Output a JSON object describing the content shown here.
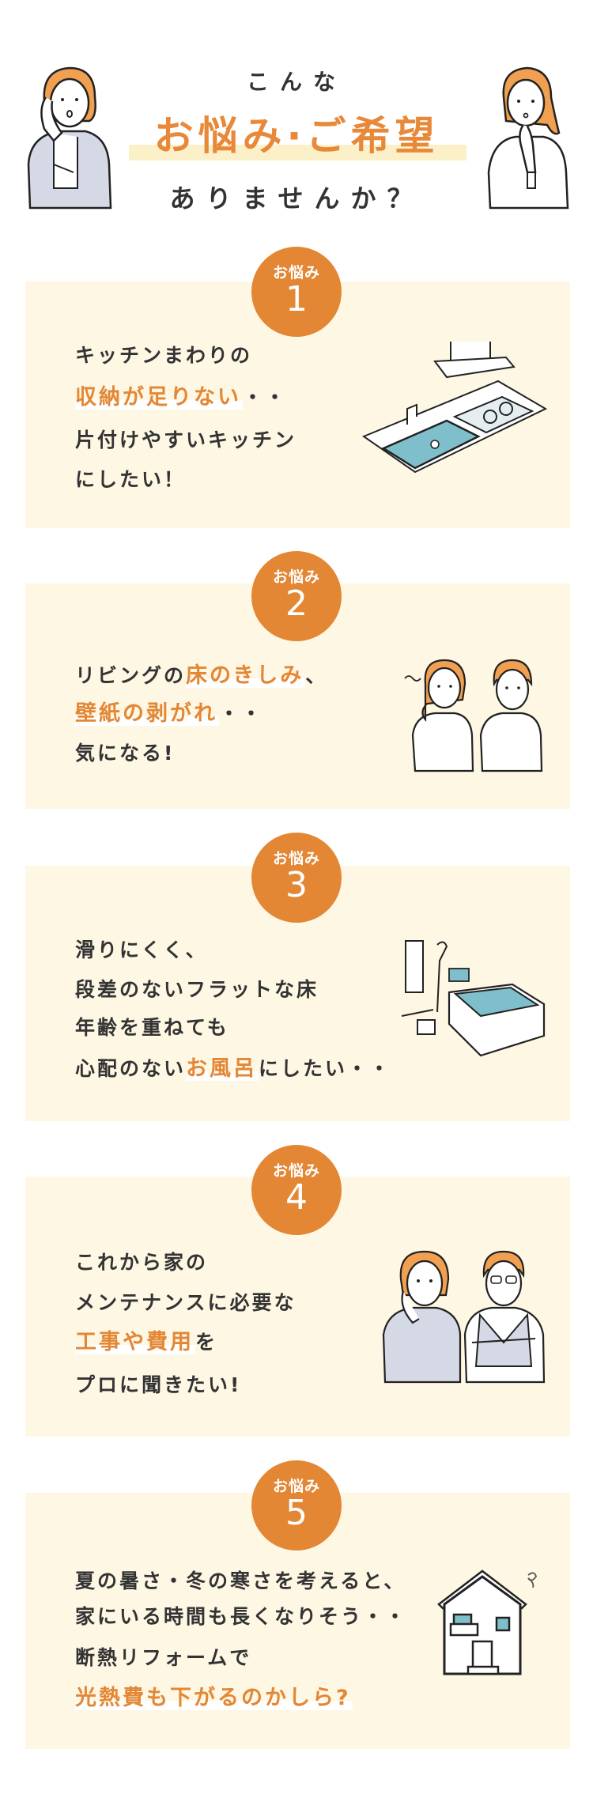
{
  "header": {
    "line1": "こんな",
    "line2": "お悩み·ご希望",
    "line3": "ありませんか？"
  },
  "colors": {
    "accent": "#E38735",
    "card_bg": "#FDF7E4",
    "highlight_bar": "#FCF0C9",
    "text": "#333333",
    "hair": "#F0A050",
    "sweater": "#D5D8E5",
    "water": "#7FBFCB"
  },
  "cards": [
    {
      "badge_label": "お悩み",
      "badge_number": "1",
      "illustration": "kitchen-icon",
      "lines": [
        {
          "pre": "キッチンまわりの",
          "hl": "",
          "post": ""
        },
        {
          "pre": "",
          "hl": "収納が足りない",
          "post": "・・"
        },
        {
          "pre": "片付けやすいキッチン",
          "hl": "",
          "post": ""
        },
        {
          "pre": "にしたい！",
          "hl": "",
          "post": ""
        }
      ]
    },
    {
      "badge_label": "お悩み",
      "badge_number": "2",
      "illustration": "worried-couple-icon",
      "lines": [
        {
          "pre": "リビングの",
          "hl": "床のきしみ",
          "post": "、"
        },
        {
          "pre": "",
          "hl": "壁紙の剥がれ",
          "post": "・・"
        },
        {
          "pre": "気になる!",
          "hl": "",
          "post": ""
        }
      ]
    },
    {
      "badge_label": "お悩み",
      "badge_number": "3",
      "illustration": "bathroom-icon",
      "lines": [
        {
          "pre": "滑りにくく、",
          "hl": "",
          "post": ""
        },
        {
          "pre": "段差のないフラットな床",
          "hl": "",
          "post": ""
        },
        {
          "pre": "年齢を重ねても",
          "hl": "",
          "post": ""
        },
        {
          "pre": "心配のない",
          "hl": "お風呂",
          "post": "にしたい・・"
        }
      ]
    },
    {
      "badge_label": "お悩み",
      "badge_number": "4",
      "illustration": "senior-couple-icon",
      "lines": [
        {
          "pre": "これから家の",
          "hl": "",
          "post": ""
        },
        {
          "pre": "メンテナンスに必要な",
          "hl": "",
          "post": ""
        },
        {
          "pre": "",
          "hl": "工事や費用",
          "post": "を"
        },
        {
          "pre": "プロに聞きたい!",
          "hl": "",
          "post": ""
        }
      ]
    },
    {
      "badge_label": "お悩み",
      "badge_number": "5",
      "illustration": "house-icon",
      "lines": [
        {
          "pre": "夏の暑さ・冬の寒さを考えると、",
          "hl": "",
          "post": ""
        },
        {
          "pre": "家にいる時間も長くなりそう・・",
          "hl": "",
          "post": ""
        },
        {
          "pre": "断熱リフォームで",
          "hl": "",
          "post": ""
        },
        {
          "pre": "",
          "hl": "光熱費も下がるのかしら?",
          "post": ""
        }
      ]
    }
  ]
}
